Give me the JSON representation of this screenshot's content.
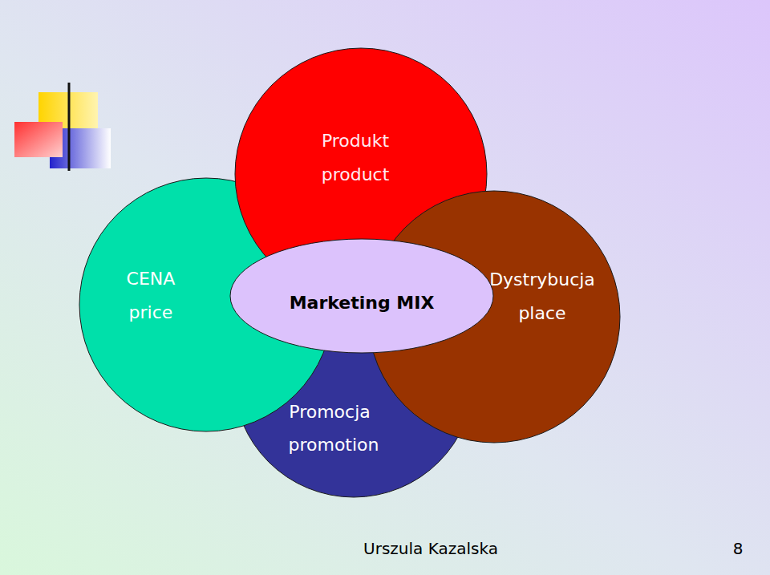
{
  "diagram": {
    "nodes": [
      {
        "text": [
          "Produkt",
          "product"
        ]
      },
      {
        "text": [
          "CENA",
          "price"
        ]
      },
      {
        "text": [
          "Marketing MIX"
        ]
      },
      {
        "text": [
          "Dystrybucja",
          "place"
        ]
      },
      {
        "text": [
          "Promocja",
          "promotion"
        ]
      }
    ],
    "labels": [
      "Urszula Kazalska",
      "8"
    ]
  }
}
